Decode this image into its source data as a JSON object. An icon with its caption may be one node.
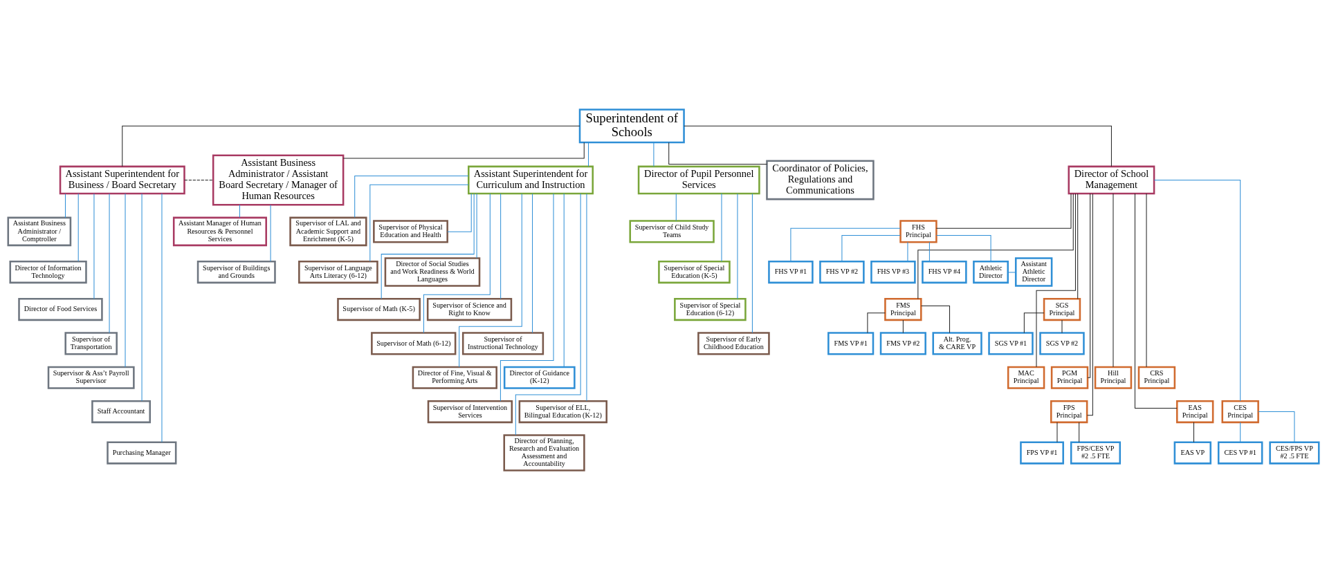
{
  "diagram": {
    "nodes": [
      {
        "text": [
          "Superintendent of Schools"
        ]
      },
      {
        "text": [
          "Assistant Superintendent for Business / Board Secretary"
        ]
      },
      {
        "text": [
          "Assistant Business Administrator / Assistant Board Secretary / Manager of Human Resources"
        ]
      },
      {
        "text": [
          "Assistant Superintendent for Curriculum and Instruction"
        ]
      },
      {
        "text": [
          "Director of Pupil Personnel Services"
        ]
      },
      {
        "text": [
          "Coordinator of Policies, Regulations and Communications"
        ]
      },
      {
        "text": [
          "Director of School Management"
        ]
      },
      {
        "text": [
          "Assistant Business Administrator / Comptroller"
        ]
      },
      {
        "text": [
          "Director of Information Technology"
        ]
      },
      {
        "text": [
          "Director of Food Services"
        ]
      },
      {
        "text": [
          "Supervisor of Transportation"
        ]
      },
      {
        "text": [
          "Supervisor & Ass’t Payroll Supervisor"
        ]
      },
      {
        "text": [
          "Staff Accountant"
        ]
      },
      {
        "text": [
          "Purchasing Manager"
        ]
      },
      {
        "text": [
          "Assistant Manager of Human Resources & Personnel Services"
        ]
      },
      {
        "text": [
          "Supervisor of Buildings and Grounds"
        ]
      },
      {
        "text": [
          "Supervisor of LAL and Academic Support and Enrichment (K-5)"
        ]
      },
      {
        "text": [
          "Supervisor of Physical Education and Health"
        ]
      },
      {
        "text": [
          "Supervisor of Language Arts Literacy (6-12)"
        ]
      },
      {
        "text": [
          "Director of Social Studies and Work Readiness & World Languages"
        ]
      },
      {
        "text": [
          "Supervisor of Math (K-5)"
        ]
      },
      {
        "text": [
          "Supervisor of Science and Right to Know"
        ]
      },
      {
        "text": [
          "Supervisor of Math (6-12)"
        ]
      },
      {
        "text": [
          "Supervisor of Instructional Technology"
        ]
      },
      {
        "text": [
          "Director of Fine, Visual & Performing Arts"
        ]
      },
      {
        "text": [
          "Director of Guidance (K-12)"
        ]
      },
      {
        "text": [
          "Supervisor of Intervention Services"
        ]
      },
      {
        "text": [
          "Supervisor of ELL, Bilingual Education (K-12)"
        ]
      },
      {
        "text": [
          "Director of Planning, Research and Evaluation Assessment and Accountability"
        ]
      },
      {
        "text": [
          "Supervisor of Child Study Teams"
        ]
      },
      {
        "text": [
          "Supervisor of Special Education (K-5)"
        ]
      },
      {
        "text": [
          "Supervisor of Special Education (6-12)"
        ]
      },
      {
        "text": [
          "Supervisor of Early Childhood Education"
        ]
      },
      {
        "text": [
          "FHS Principal"
        ]
      },
      {
        "text": [
          "FHS VP #1"
        ]
      },
      {
        "text": [
          "FHS VP #2"
        ]
      },
      {
        "text": [
          "FHS VP #3"
        ]
      },
      {
        "text": [
          "FHS VP #4"
        ]
      },
      {
        "text": [
          "Athletic Director"
        ]
      },
      {
        "text": [
          "Assistant Athletic Director"
        ]
      },
      {
        "text": [
          "FMS Principal"
        ]
      },
      {
        "text": [
          "SGS Principal"
        ]
      },
      {
        "text": [
          "FMS VP #1"
        ]
      },
      {
        "text": [
          "FMS VP #2"
        ]
      },
      {
        "text": [
          "Alt. Prog. & CARE VP"
        ]
      },
      {
        "text": [
          "SGS VP #1"
        ]
      },
      {
        "text": [
          "SGS VP #2"
        ]
      },
      {
        "text": [
          "MAC Principal"
        ]
      },
      {
        "text": [
          "PGM Principal"
        ]
      },
      {
        "text": [
          "Hill Principal"
        ]
      },
      {
        "text": [
          "CRS Principal"
        ]
      },
      {
        "text": [
          "FPS Principal"
        ]
      },
      {
        "text": [
          "EAS Principal"
        ]
      },
      {
        "text": [
          "CES Principal"
        ]
      },
      {
        "text": [
          "FPS VP #1"
        ]
      },
      {
        "text": [
          "FPS/CES VP #2 .5 FTE"
        ]
      },
      {
        "text": [
          "EAS VP"
        ]
      },
      {
        "text": [
          "CES VP #1"
        ]
      },
      {
        "text": [
          "CES/FPS VP #2 .5 FTE"
        ]
      }
    ],
    "edges": [
      {
        "from": 0,
        "to": 1,
        "arrow": "none",
        "color": "#222222"
      },
      {
        "from": 0,
        "to": 2,
        "arrow": "none",
        "color": "#222222"
      },
      {
        "from": 0,
        "to": 3,
        "arrow": "none"
      },
      {
        "from": 0,
        "to": 4,
        "arrow": "none"
      },
      {
        "from": 0,
        "to": 5,
        "arrow": "none",
        "color": "#222222"
      },
      {
        "from": 0,
        "to": 6,
        "arrow": "none",
        "color": "#222222"
      },
      {
        "from": 1,
        "to": 2,
        "arrow": "none",
        "style": "dashed",
        "color": "#222222"
      },
      {
        "from": 1,
        "to": 7,
        "arrow": "none"
      },
      {
        "from": 1,
        "to": 8,
        "arrow": "none"
      },
      {
        "from": 1,
        "to": 9,
        "arrow": "none"
      },
      {
        "from": 1,
        "to": 10,
        "arrow": "none"
      },
      {
        "from": 1,
        "to": 11,
        "arrow": "none"
      },
      {
        "from": 1,
        "to": 12,
        "arrow": "none"
      },
      {
        "from": 1,
        "to": 13,
        "arrow": "none"
      },
      {
        "from": 2,
        "to": 14,
        "arrow": "none"
      },
      {
        "from": 2,
        "to": 15,
        "arrow": "none"
      },
      {
        "from": 3,
        "to": 16,
        "arrow": "none"
      },
      {
        "from": 3,
        "to": 17,
        "arrow": "none"
      },
      {
        "from": 3,
        "to": 18,
        "arrow": "none"
      },
      {
        "from": 3,
        "to": 19,
        "arrow": "none"
      },
      {
        "from": 3,
        "to": 20,
        "arrow": "none"
      },
      {
        "from": 3,
        "to": 21,
        "arrow": "none"
      },
      {
        "from": 3,
        "to": 22,
        "arrow": "none"
      },
      {
        "from": 3,
        "to": 23,
        "arrow": "none"
      },
      {
        "from": 3,
        "to": 24,
        "arrow": "none"
      },
      {
        "from": 3,
        "to": 25,
        "arrow": "none"
      },
      {
        "from": 3,
        "to": 26,
        "arrow": "none"
      },
      {
        "from": 3,
        "to": 27,
        "arrow": "none"
      },
      {
        "from": 3,
        "to": 28,
        "arrow": "none"
      },
      {
        "from": 4,
        "to": 29,
        "arrow": "none"
      },
      {
        "from": 4,
        "to": 30,
        "arrow": "none"
      },
      {
        "from": 4,
        "to": 31,
        "arrow": "none"
      },
      {
        "from": 4,
        "to": 32,
        "arrow": "none"
      },
      {
        "from": 6,
        "to": 33,
        "arrow": "none",
        "color": "#222222"
      },
      {
        "from": 33,
        "to": 34,
        "arrow": "none"
      },
      {
        "from": 33,
        "to": 35,
        "arrow": "none"
      },
      {
        "from": 33,
        "to": 36,
        "arrow": "none"
      },
      {
        "from": 33,
        "to": 37,
        "arrow": "none"
      },
      {
        "from": 33,
        "to": 38,
        "arrow": "none"
      },
      {
        "from": 38,
        "to": 39,
        "arrow": "none"
      },
      {
        "from": 6,
        "to": 40,
        "arrow": "none",
        "color": "#222222"
      },
      {
        "from": 6,
        "to": 41,
        "arrow": "none",
        "color": "#222222"
      },
      {
        "from": 40,
        "to": 42,
        "arrow": "none",
        "color": "#222222"
      },
      {
        "from": 40,
        "to": 43,
        "arrow": "none",
        "color": "#222222"
      },
      {
        "from": 40,
        "to": 44,
        "arrow": "none",
        "color": "#222222"
      },
      {
        "from": 41,
        "to": 45,
        "arrow": "none",
        "color": "#222222"
      },
      {
        "from": 41,
        "to": 46,
        "arrow": "none",
        "color": "#222222"
      },
      {
        "from": 6,
        "to": 47,
        "arrow": "none",
        "color": "#222222"
      },
      {
        "from": 6,
        "to": 48,
        "arrow": "none",
        "color": "#222222"
      },
      {
        "from": 6,
        "to": 49,
        "arrow": "none",
        "color": "#222222"
      },
      {
        "from": 6,
        "to": 50,
        "arrow": "none",
        "color": "#222222"
      },
      {
        "from": 6,
        "to": 51,
        "arrow": "none",
        "color": "#222222"
      },
      {
        "from": 6,
        "to": 52,
        "arrow": "none",
        "color": "#222222"
      },
      {
        "from": 6,
        "to": 53,
        "arrow": "none"
      },
      {
        "from": 51,
        "to": 54,
        "arrow": "none",
        "color": "#222222"
      },
      {
        "from": 51,
        "to": 55,
        "arrow": "none",
        "color": "#222222"
      },
      {
        "from": 52,
        "to": 56,
        "arrow": "none",
        "color": "#222222"
      },
      {
        "from": 53,
        "to": 57,
        "arrow": "none"
      },
      {
        "from": 53,
        "to": 58,
        "arrow": "none"
      }
    ]
  }
}
